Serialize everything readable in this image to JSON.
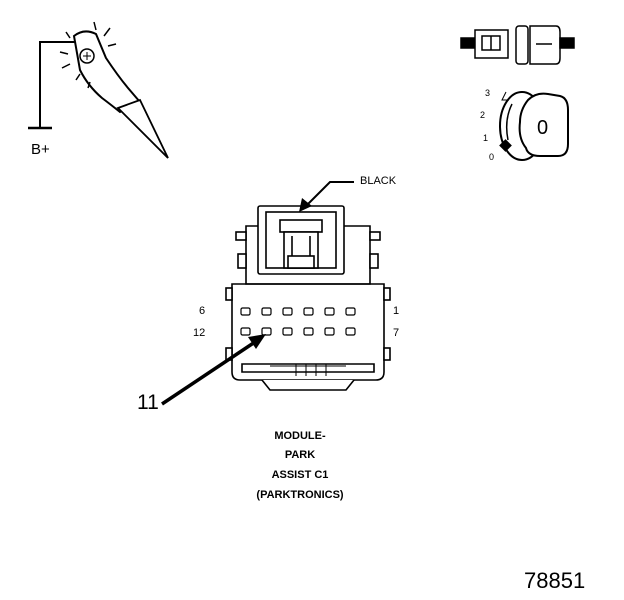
{
  "probe": {
    "label": "B+"
  },
  "key_switch": {
    "positions": [
      "3",
      "2",
      "1",
      "0"
    ],
    "key_letter": "0"
  },
  "connector": {
    "wire_color_label": "BLACK",
    "pin_labels": {
      "top_left": "6",
      "top_right": "1",
      "bottom_left": "12",
      "bottom_right": "7"
    },
    "callout_pin": "11"
  },
  "caption": {
    "lines": [
      "MODULE-",
      "PARK",
      "ASSIST C1",
      "(PARKTRONICS)"
    ]
  },
  "figure_number": "78851"
}
